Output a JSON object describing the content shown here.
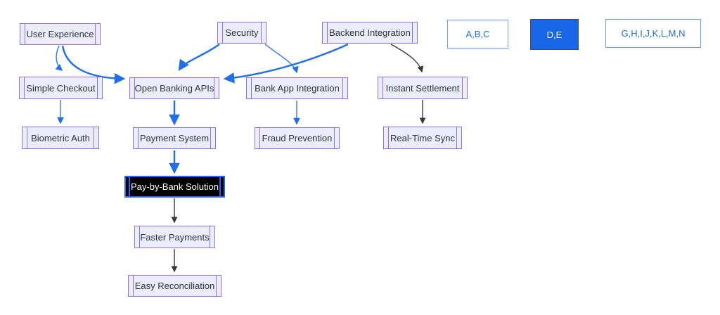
{
  "diagram": {
    "type": "flowchart",
    "nodes": {
      "user_experience": {
        "label": "User Experience"
      },
      "security": {
        "label": "Security"
      },
      "backend_integration": {
        "label": "Backend Integration"
      },
      "simple_checkout": {
        "label": "Simple Checkout"
      },
      "open_banking_apis": {
        "label": "Open Banking APIs"
      },
      "bank_app_integration": {
        "label": "Bank App Integration"
      },
      "instant_settlement": {
        "label": "Instant Settlement"
      },
      "biometric_auth": {
        "label": "Biometric Auth"
      },
      "payment_system": {
        "label": "Payment System"
      },
      "fraud_prevention": {
        "label": "Fraud Prevention"
      },
      "real_time_sync": {
        "label": "Real-Time Sync"
      },
      "pay_by_bank": {
        "label": "Pay-by-Bank Solution",
        "highlighted": true
      },
      "faster_payments": {
        "label": "Faster Payments"
      },
      "easy_reconciliation": {
        "label": "Easy Reconciliation"
      }
    },
    "legend": {
      "abc": {
        "label": "A,B,C",
        "style": "outline"
      },
      "de": {
        "label": "D,E",
        "style": "filled"
      },
      "ghn": {
        "label": "G,H,I,J,K,L,M,N",
        "style": "outline"
      }
    },
    "edges": [
      {
        "from": "User Experience",
        "to": "Simple Checkout",
        "color": "blue",
        "weight": "thin"
      },
      {
        "from": "User Experience",
        "to": "Open Banking APIs",
        "color": "blue",
        "weight": "thick"
      },
      {
        "from": "Security",
        "to": "Open Banking APIs",
        "color": "blue",
        "weight": "thick"
      },
      {
        "from": "Security",
        "to": "Bank App Integration",
        "color": "blue",
        "weight": "thin"
      },
      {
        "from": "Backend Integration",
        "to": "Open Banking APIs",
        "color": "blue",
        "weight": "thick"
      },
      {
        "from": "Backend Integration",
        "to": "Instant Settlement",
        "color": "dark",
        "weight": "thin"
      },
      {
        "from": "Simple Checkout",
        "to": "Biometric Auth",
        "color": "blue",
        "weight": "thin"
      },
      {
        "from": "Open Banking APIs",
        "to": "Payment System",
        "color": "blue",
        "weight": "thick"
      },
      {
        "from": "Bank App Integration",
        "to": "Fraud Prevention",
        "color": "blue",
        "weight": "thin"
      },
      {
        "from": "Instant Settlement",
        "to": "Real-Time Sync",
        "color": "dark",
        "weight": "thin"
      },
      {
        "from": "Payment System",
        "to": "Pay-by-Bank Solution",
        "color": "blue",
        "weight": "thick"
      },
      {
        "from": "Pay-by-Bank Solution",
        "to": "Faster Payments",
        "color": "dark",
        "weight": "thin"
      },
      {
        "from": "Faster Payments",
        "to": "Easy Reconciliation",
        "color": "dark",
        "weight": "thin"
      }
    ],
    "colors": {
      "node_fill": "#ECECFF",
      "node_border": "#9370DB",
      "node_text": "#333333",
      "highlight_fill": "#000000",
      "highlight_border": "#2962FF",
      "highlight_text": "#FFFFFF",
      "edge_blue": "#1F6FEB",
      "edge_dark": "#383838",
      "legend_outline_border": "#6E9EF7",
      "legend_outline_text": "#1F6FEB",
      "legend_filled_fill": "#1766E8",
      "legend_filled_text": "#FFFFFF"
    }
  }
}
